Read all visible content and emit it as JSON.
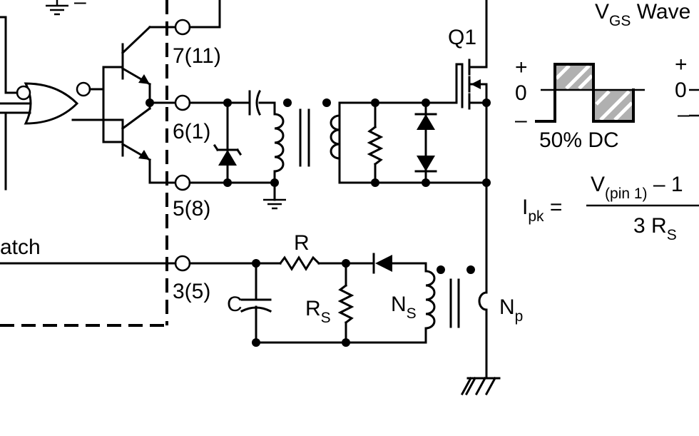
{
  "pins": {
    "pin_7_11": "7(11)",
    "pin_6_1": "6(1)",
    "pin_5_8": "5(8)",
    "pin_3_5": "3(5)"
  },
  "labels": {
    "latch": "atch",
    "q1": "Q1",
    "r": "R",
    "c": "C",
    "rs_main": "R",
    "rs_sub": "S",
    "ns_main": "N",
    "ns_sub": "S",
    "np_main": "N",
    "np_sub": "p",
    "minus_top": "–"
  },
  "waveform": {
    "title_main": "V",
    "title_sub": "GS",
    "title_rest": " Wave",
    "plus": "+",
    "zero": "0",
    "minus": "–",
    "caption": "50% DC",
    "plus2": "+",
    "zero2": "0",
    "minus2": "–"
  },
  "formula": {
    "lhs_main": "I",
    "lhs_sub": "pk",
    "equals": " =",
    "num_main": "V",
    "num_sub": "(pin 1)",
    "num_rest": " – 1",
    "den_main": "3 R",
    "den_sub": "S"
  }
}
